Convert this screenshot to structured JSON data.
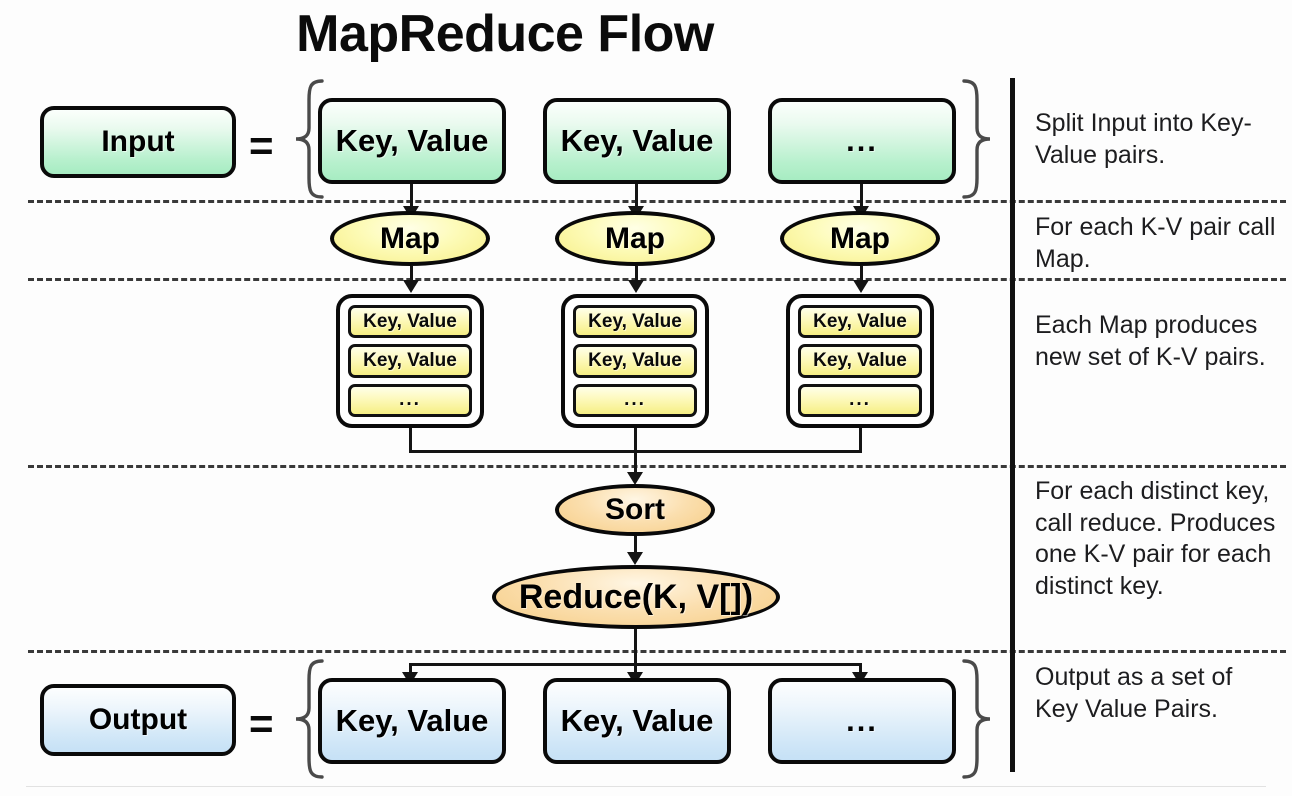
{
  "title": "MapReduce Flow",
  "labels": {
    "equals": "=",
    "input": "Input",
    "output": "Output",
    "key_value": "Key, Value",
    "ellipsis": "...",
    "map": "Map",
    "sort": "Sort",
    "reduce": "Reduce(K, V[])"
  },
  "input_row": {
    "source_label": "Input",
    "equals": "=",
    "items": [
      "Key, Value",
      "Key, Value",
      "..."
    ]
  },
  "map_row": {
    "nodes": [
      "Map",
      "Map",
      "Map"
    ]
  },
  "intermediate_row": {
    "stacks": [
      [
        "Key, Value",
        "Key, Value",
        "..."
      ],
      [
        "Key, Value",
        "Key, Value",
        "..."
      ],
      [
        "Key, Value",
        "Key, Value",
        "..."
      ]
    ]
  },
  "shuffle_row": {
    "sort": "Sort",
    "reduce": "Reduce(K, V[])"
  },
  "output_row": {
    "source_label": "Output",
    "equals": "=",
    "items": [
      "Key, Value",
      "Key, Value",
      "..."
    ]
  },
  "annotations": [
    "Split Input into Key-Value pairs.",
    "For each K-V pair call Map.",
    "Each Map produces new set of K-V pairs.",
    "For each distinct key, call reduce. Produces one K-V pair for each distinct key.",
    "Output as a set of Key Value Pairs."
  ],
  "colors": {
    "input_fill": "#b7f0cd",
    "map_fill": "#f7ef87",
    "intermediate_fill": "#f6ef84",
    "sort_fill": "#f6cd86",
    "reduce_fill": "#f6cd86",
    "output_fill": "#cfe6f7",
    "stroke": "#0a0a0a",
    "divider": "#111111",
    "text": "#1d1d1f"
  }
}
